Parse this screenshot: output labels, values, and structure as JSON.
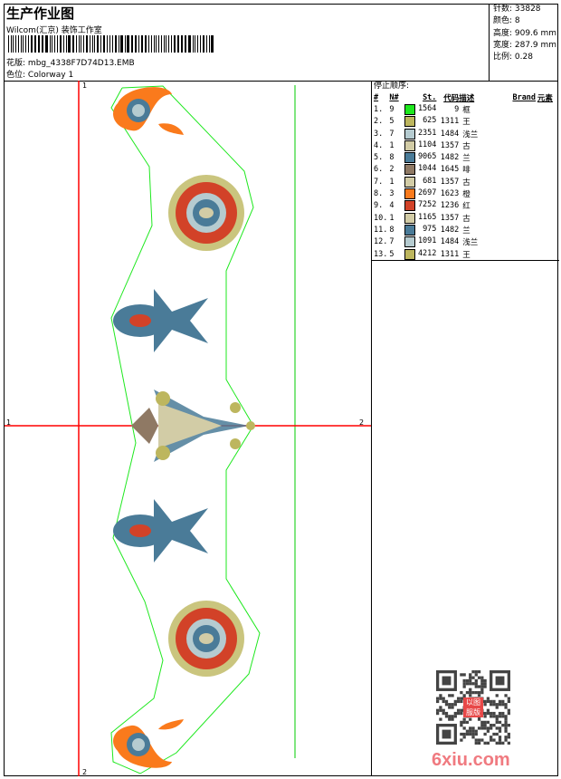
{
  "header": {
    "title": "生产作业图",
    "company": "Wilcom(汇京) 装饰工作室",
    "design_label": "花版:",
    "design_file": "mbg_4338F7D74D13.EMB",
    "colorway_label": "色位:",
    "colorway": "Colorway 1"
  },
  "stats": {
    "stitches": "针数: 33828",
    "colors": "颜色: 8",
    "height": "高度: 909.6 mm",
    "width": "宽度: 287.9 mm",
    "scale": "比例: 0.28"
  },
  "sequence": {
    "title": "停止顺序:",
    "headers": [
      "#",
      "N#",
      "St.",
      "代码",
      "描述",
      "Brand",
      "元素"
    ],
    "rows": [
      {
        "n": "1.",
        "c": "9",
        "color": "#1ee81e",
        "st": "1564",
        "code": "9",
        "desc": "框"
      },
      {
        "n": "2.",
        "c": "5",
        "color": "#bdb65e",
        "st": "625",
        "code": "1311",
        "desc": "王"
      },
      {
        "n": "3.",
        "c": "7",
        "color": "#b5cbd0",
        "st": "2351",
        "code": "1484",
        "desc": "浅兰"
      },
      {
        "n": "4.",
        "c": "1",
        "color": "#d2cca6",
        "st": "1104",
        "code": "1357",
        "desc": "古"
      },
      {
        "n": "5.",
        "c": "8",
        "color": "#4a7b98",
        "st": "9065",
        "code": "1482",
        "desc": "兰"
      },
      {
        "n": "6.",
        "c": "2",
        "color": "#8f7964",
        "st": "1044",
        "code": "1645",
        "desc": "啡"
      },
      {
        "n": "7.",
        "c": "1",
        "color": "#d2cca6",
        "st": "681",
        "code": "1357",
        "desc": "古"
      },
      {
        "n": "8.",
        "c": "3",
        "color": "#fa7a1c",
        "st": "2697",
        "code": "1623",
        "desc": "橙"
      },
      {
        "n": "9.",
        "c": "4",
        "color": "#d24228",
        "st": "7252",
        "code": "1236",
        "desc": "红"
      },
      {
        "n": "10.",
        "c": "1",
        "color": "#d2cca6",
        "st": "1165",
        "code": "1357",
        "desc": "古"
      },
      {
        "n": "11.",
        "c": "8",
        "color": "#4a7b98",
        "st": "975",
        "code": "1482",
        "desc": "兰"
      },
      {
        "n": "12.",
        "c": "7",
        "color": "#b5cbd0",
        "st": "1091",
        "code": "1484",
        "desc": "浅兰"
      },
      {
        "n": "13.",
        "c": "5",
        "color": "#bdb65e",
        "st": "4212",
        "code": "1311",
        "desc": "王"
      }
    ]
  },
  "markers": {
    "v1": "1",
    "v2": "2",
    "h1": "1",
    "h2": "2"
  },
  "watermark": {
    "stamp": "以图服版",
    "site": "6xiu.com"
  }
}
